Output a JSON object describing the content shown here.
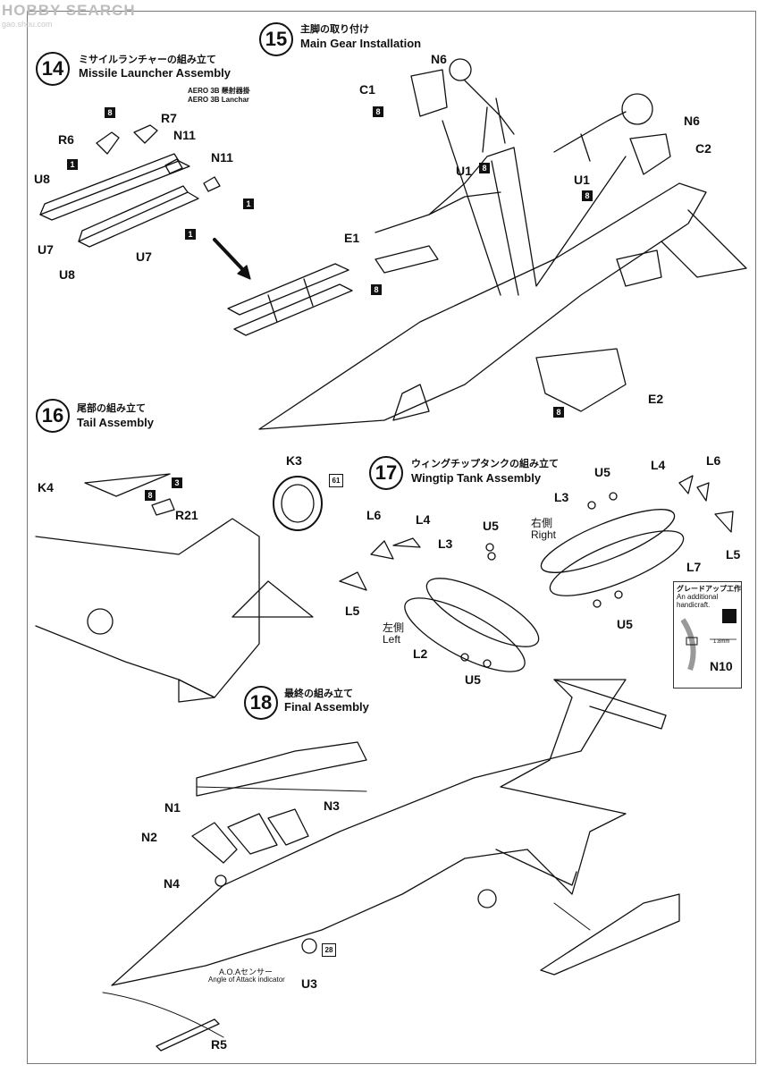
{
  "watermark": {
    "text": "HOBBY SEARCH",
    "sub": "gao.shou.com"
  },
  "steps": [
    {
      "num": "14",
      "jp": "ミサイルランチャーの組み立て",
      "en": "Missile Launcher Assembly"
    },
    {
      "num": "15",
      "jp": "主脚の取り付け",
      "en": "Main Gear Installation"
    },
    {
      "num": "16",
      "jp": "尾部の組み立て",
      "en": "Tail Assembly"
    },
    {
      "num": "17",
      "jp": "ウィングチップタンクの組み立て",
      "en": "Wingtip Tank Assembly"
    },
    {
      "num": "18",
      "jp": "最終の組み立て",
      "en": "Final Assembly"
    }
  ],
  "aero": {
    "line1": "AERO 3B 懸射器掛",
    "line2": "AERO 3B Lanchar"
  },
  "labels": {
    "R6": "R6",
    "R7": "R7",
    "N11": "N11",
    "U8": "U8",
    "U7": "U7",
    "C1": "C1",
    "N6": "N6",
    "U1": "U1",
    "C2": "C2",
    "E1": "E1",
    "E2": "E2",
    "K3": "K3",
    "K4": "K4",
    "R21": "R21",
    "L3": "L3",
    "L4": "L4",
    "L5": "L5",
    "L6": "L6",
    "L7": "L7",
    "L2": "L2",
    "U5": "U5",
    "N10": "N10",
    "N1": "N1",
    "N2": "N2",
    "N3": "N3",
    "N4": "N4",
    "U3": "U3",
    "R5": "R5"
  },
  "badges": {
    "b1": "1",
    "b3": "3",
    "b8": "8",
    "b61": "61",
    "b28": "28"
  },
  "sides": {
    "right_jp": "右側",
    "right_en": "Right",
    "left_jp": "左側",
    "left_en": "Left"
  },
  "grade": {
    "jp": "グレードアップ工作",
    "en1": "An additional",
    "en2": "handicraft.",
    "dim": "1.8mm"
  },
  "aoa": {
    "jp": "A.O.Aセンサー",
    "en": "Angle of Attack indicator"
  }
}
